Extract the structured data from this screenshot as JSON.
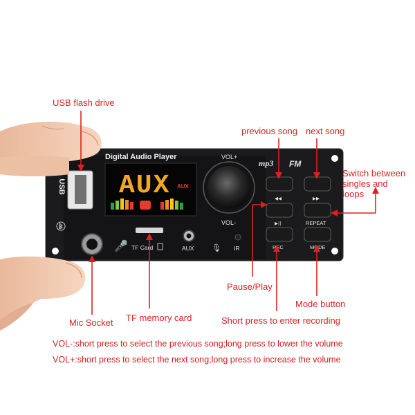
{
  "product": {
    "board_title": "Digital Audio Player",
    "display_text": "AUX",
    "display_badge": "AUX",
    "usb_label": "USB",
    "tf_label": "TF Card",
    "aux_label": "AUX",
    "ir_label": "IR",
    "vol_plus_label": "VOL+",
    "vol_minus_label": "VOL-",
    "logo_mp3": "mp3",
    "logo_fm": "FM",
    "buttons": {
      "prev_label": "◀◀",
      "next_label": "▶▶",
      "play_label": "▶||",
      "repeat_label": "REPEAT",
      "rec_label": "REC",
      "mode_label": "MODE"
    }
  },
  "annotations": {
    "usb_flash_drive": "USB flash drive",
    "previous_song": "previous song",
    "next_song": "next song",
    "switch_between": [
      "Switch between",
      "singles and",
      "loops"
    ],
    "pause_play": "Pause/Play",
    "mode_button": "Mode button",
    "mic_socket": "Mic Socket",
    "tf_memory_card": "TF memory card",
    "short_press_record": "Short press to enter recording"
  },
  "notes": {
    "vol_minus": "VOL-:short press to select the previous song;long press to lower the volume",
    "vol_plus": "VOL+:short press to select the next song;long press to increase the volume"
  },
  "colors": {
    "annotation": "#e02020",
    "board": "#1b1b1d",
    "display_accent": "#f5a623",
    "skin": "#f1c9ad"
  }
}
